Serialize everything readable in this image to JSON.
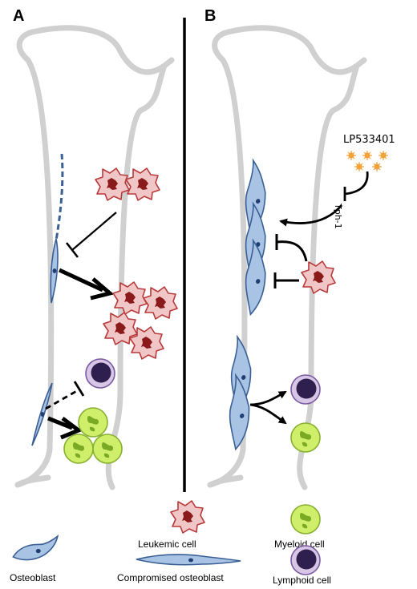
{
  "panels": {
    "a_label": "A",
    "b_label": "B"
  },
  "panel_b": {
    "drug_label": "LP533401",
    "enzyme_label": "Tph-1"
  },
  "legend": {
    "osteoblast": "Osteoblast",
    "compromised_osteoblast": "Compromised osteoblast",
    "leukemic_cell": "Leukemic cell",
    "myeloid_cell": "Myeloid cell",
    "lymphoid_cell": "Lymphoid cell"
  },
  "colors": {
    "bone": "#d0d0d0",
    "osteoblast_fill": "#a9c3e4",
    "osteoblast_stroke": "#3a5f95",
    "leukemic_fill": "#f1c6c6",
    "leukemic_stroke": "#b83a3a",
    "leukemic_nucleus": "#8b1a1a",
    "myeloid_fill": "#cfee6a",
    "myeloid_stroke": "#86b030",
    "lymphoid_fill": "#d8c6e6",
    "lymphoid_nucleus": "#2e1f4e",
    "drug": "#f1a23a"
  }
}
